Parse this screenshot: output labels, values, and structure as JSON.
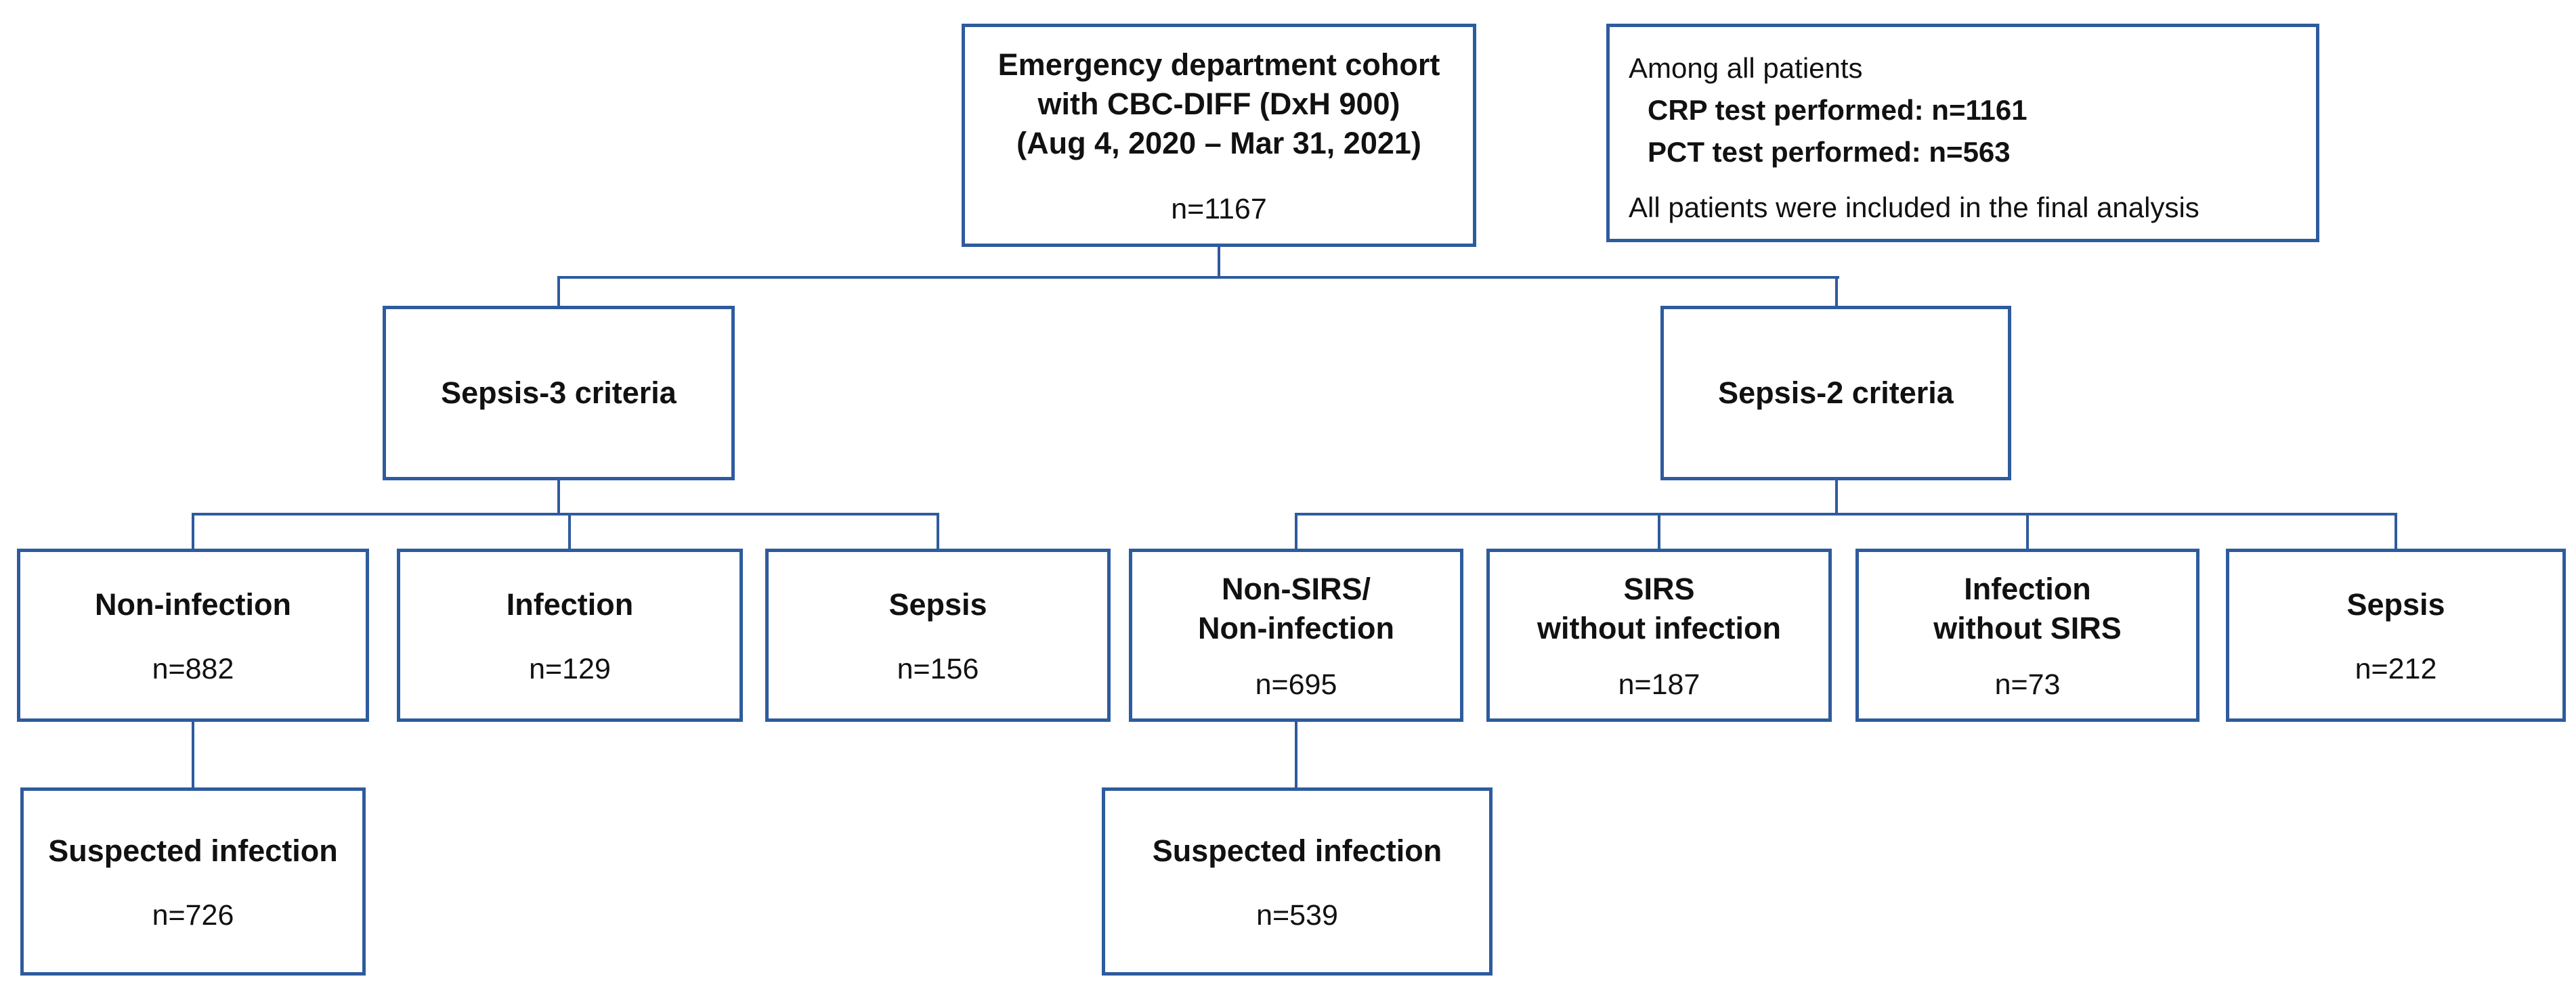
{
  "accent_color": "#2e5b9e",
  "background_color": "#ffffff",
  "nodes": {
    "cohort": {
      "line1": "Emergency department cohort",
      "line2": "with CBC-DIFF (DxH 900)",
      "line3": "(Aug 4, 2020 – Mar 31, 2021)",
      "count": "n=1167"
    },
    "info": {
      "line1": "Among all patients",
      "line2": "CRP test performed: n=1161",
      "line3": "PCT test performed: n=563",
      "line4": "All patients were included in the final analysis"
    },
    "sepsis3": {
      "label": "Sepsis-3 criteria"
    },
    "sepsis2": {
      "label": "Sepsis-2 criteria"
    },
    "non_infection": {
      "label": "Non-infection",
      "count": "n=882"
    },
    "infection": {
      "label": "Infection",
      "count": "n=129"
    },
    "sepsis_s3": {
      "label": "Sepsis",
      "count": "n=156"
    },
    "non_sirs_non_infection": {
      "label_line1": "Non-SIRS/",
      "label_line2": "Non-infection",
      "count": "n=695"
    },
    "sirs_without_infection": {
      "label_line1": "SIRS",
      "label_line2": "without infection",
      "count": "n=187"
    },
    "infection_without_sirs": {
      "label_line1": "Infection",
      "label_line2": "without SIRS",
      "count": "n=73"
    },
    "sepsis_s2": {
      "label": "Sepsis",
      "count": "n=212"
    },
    "suspected_infection_s3": {
      "label": "Suspected infection",
      "count": "n=726"
    },
    "suspected_infection_s2": {
      "label": "Suspected infection",
      "count": "n=539"
    }
  }
}
